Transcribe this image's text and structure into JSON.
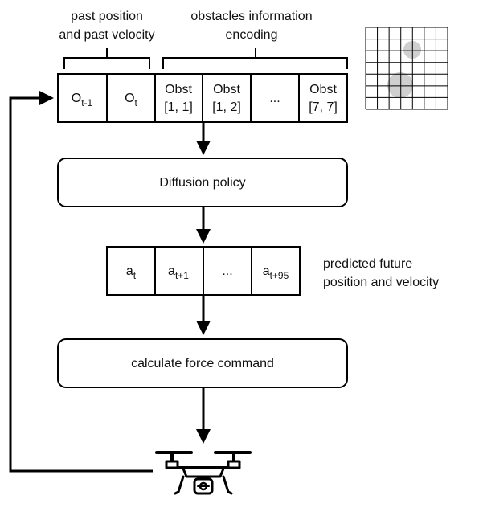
{
  "header": {
    "past_label_line1": "past position",
    "past_label_line2": "and past velocity",
    "obstacle_label_line1": "obstacles information",
    "obstacle_label_line2": "encoding"
  },
  "input_cells": [
    {
      "main": "O",
      "sub": "t-1"
    },
    {
      "main": "O",
      "sub": "t"
    },
    {
      "line1": "Obst",
      "line2": "[1, 1]"
    },
    {
      "line1": "Obst",
      "line2": "[1, 2]"
    },
    {
      "line1": "..."
    },
    {
      "line1": "Obst",
      "line2": "[7, 7]"
    }
  ],
  "obstacle_grid": {
    "rows": 7,
    "cols": 7,
    "grid_color": "#000000",
    "blob_color": "#cfcfcf"
  },
  "diffusion_policy_label": "Diffusion policy",
  "output_cells": [
    {
      "main": "a",
      "sub": "t"
    },
    {
      "main": "a",
      "sub": "t+1"
    },
    {
      "main": "..."
    },
    {
      "main": "a",
      "sub": "t+95"
    }
  ],
  "output_caption_line1": "predicted future",
  "output_caption_line2": "position and velocity",
  "force_command_label": "calculate force command",
  "drone_icon": "drone-icon"
}
